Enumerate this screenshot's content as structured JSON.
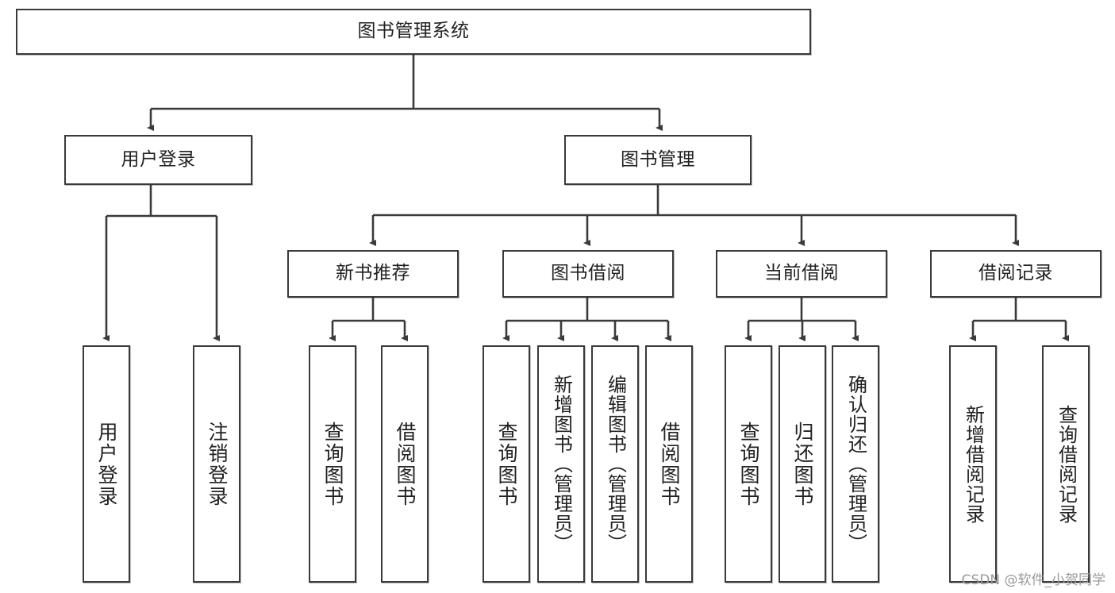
{
  "diagram": {
    "title_node": {
      "id": "root",
      "label": "图书管理系统"
    },
    "level2": [
      {
        "id": "user-login",
        "label": "用户登录"
      },
      {
        "id": "book-manage",
        "label": "图书管理"
      }
    ],
    "level3": [
      {
        "id": "new-book-recommend",
        "label": "新书推荐"
      },
      {
        "id": "book-borrow",
        "label": "图书借阅"
      },
      {
        "id": "current-borrow",
        "label": "当前借阅"
      },
      {
        "id": "borrow-record",
        "label": "借阅记录"
      }
    ],
    "leaves": {
      "user_login": [
        {
          "id": "leaf-user-login",
          "label": "用户登录"
        },
        {
          "id": "leaf-user-logout",
          "label": "注销登录"
        }
      ],
      "new_book_recommend": [
        {
          "id": "leaf-query-book-1",
          "label": "查询图书"
        },
        {
          "id": "leaf-borrow-book-1",
          "label": "借阅图书"
        }
      ],
      "book_borrow": [
        {
          "id": "leaf-query-book-2",
          "label": "查询图书"
        },
        {
          "id": "leaf-add-book",
          "label": "新增图书（管理员）"
        },
        {
          "id": "leaf-edit-book",
          "label": "编辑图书（管理员）"
        },
        {
          "id": "leaf-borrow-book-2",
          "label": "借阅图书"
        }
      ],
      "current_borrow": [
        {
          "id": "leaf-query-book-3",
          "label": "查询图书"
        },
        {
          "id": "leaf-return-book",
          "label": "归还图书"
        },
        {
          "id": "leaf-confirm-return",
          "label": "确认归还（管理员）"
        }
      ],
      "borrow_record": [
        {
          "id": "leaf-add-record",
          "label": "新增借阅记录"
        },
        {
          "id": "leaf-query-record",
          "label": "查询借阅记录"
        }
      ]
    },
    "colors": {
      "stroke": "#3a3a3a",
      "background": "#ffffff",
      "text": "#222222",
      "watermark": "#9a9a9a"
    }
  },
  "watermark": {
    "text": "CSDN @软件_小贺同学"
  }
}
